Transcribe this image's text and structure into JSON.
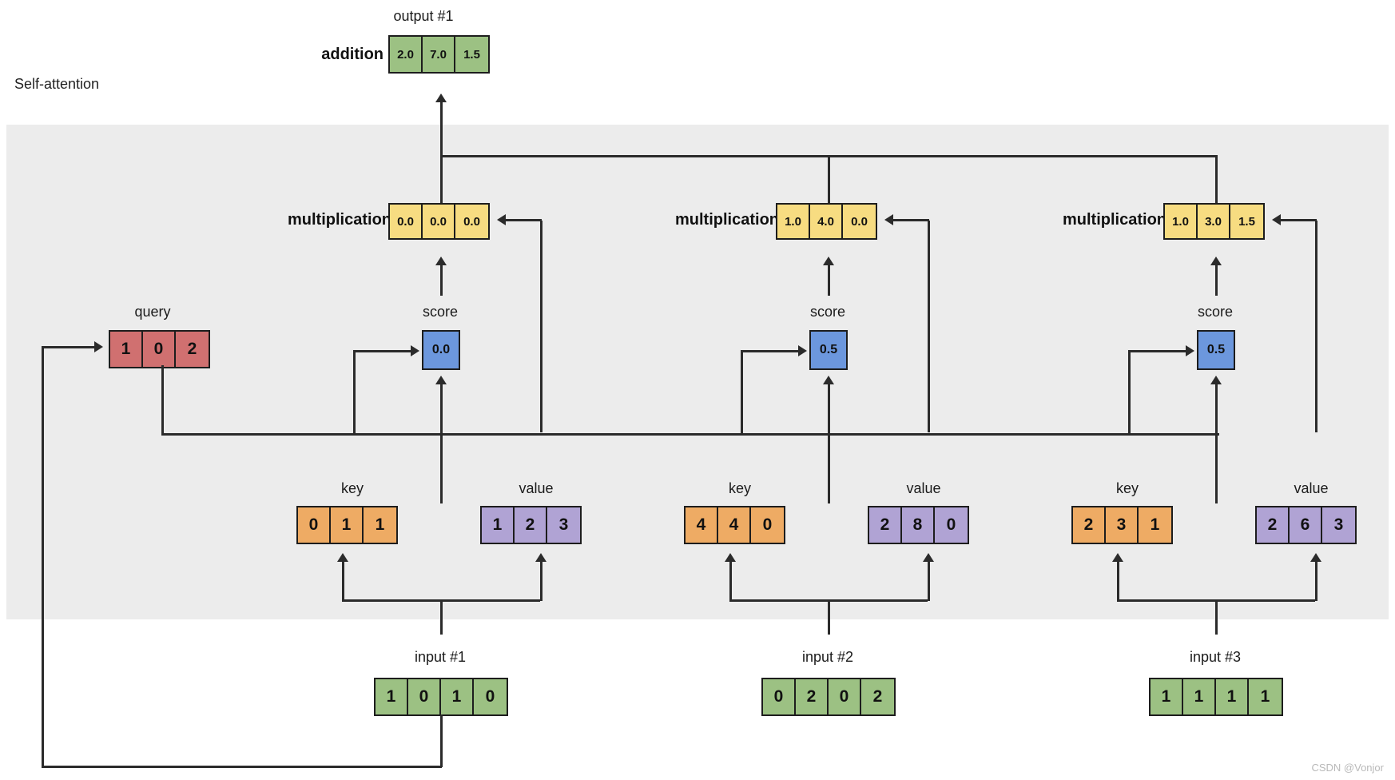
{
  "title": "Self-attention",
  "watermark": "CSDN @Vonjor",
  "labels": {
    "query": "query",
    "key": "key",
    "value": "value",
    "score": "score",
    "multiplication": "multiplication",
    "addition": "addition",
    "output1": "output #1",
    "input1": "input #1",
    "input2": "input #2",
    "input3": "input #3"
  },
  "colors": {
    "input": "#9cc183",
    "query": "#d07070",
    "key": "#eeab64",
    "value": "#b0a3d4",
    "score": "#6c97dd",
    "multiplication": "#f7dc81",
    "output": "#9cc183",
    "band": "#ececec",
    "stroke": "#1d1d1d"
  },
  "chart_data": {
    "type": "diagram",
    "title": "Self-attention",
    "output": {
      "label": "output #1",
      "operation": "addition",
      "values": [
        "2.0",
        "7.0",
        "1.5"
      ]
    },
    "query": {
      "label": "query",
      "values": [
        "1",
        "0",
        "2"
      ]
    },
    "columns": [
      {
        "input": {
          "label": "input #1",
          "values": [
            "1",
            "0",
            "1",
            "0"
          ]
        },
        "key": {
          "label": "key",
          "values": [
            "0",
            "1",
            "1"
          ]
        },
        "value": {
          "label": "value",
          "values": [
            "1",
            "2",
            "3"
          ]
        },
        "score": {
          "label": "score",
          "values": [
            "0.0"
          ]
        },
        "multiplication": {
          "label": "multiplication",
          "values": [
            "0.0",
            "0.0",
            "0.0"
          ]
        }
      },
      {
        "input": {
          "label": "input #2",
          "values": [
            "0",
            "2",
            "0",
            "2"
          ]
        },
        "key": {
          "label": "key",
          "values": [
            "4",
            "4",
            "0"
          ]
        },
        "value": {
          "label": "value",
          "values": [
            "2",
            "8",
            "0"
          ]
        },
        "score": {
          "label": "score",
          "values": [
            "0.5"
          ]
        },
        "multiplication": {
          "label": "multiplication",
          "values": [
            "1.0",
            "4.0",
            "0.0"
          ]
        }
      },
      {
        "input": {
          "label": "input #3",
          "values": [
            "1",
            "1",
            "1",
            "1"
          ]
        },
        "key": {
          "label": "key",
          "values": [
            "2",
            "3",
            "1"
          ]
        },
        "value": {
          "label": "value",
          "values": [
            "2",
            "6",
            "3"
          ]
        },
        "score": {
          "label": "score",
          "values": [
            "0.5"
          ]
        },
        "multiplication": {
          "label": "multiplication",
          "values": [
            "1.0",
            "3.0",
            "1.5"
          ]
        }
      }
    ]
  }
}
